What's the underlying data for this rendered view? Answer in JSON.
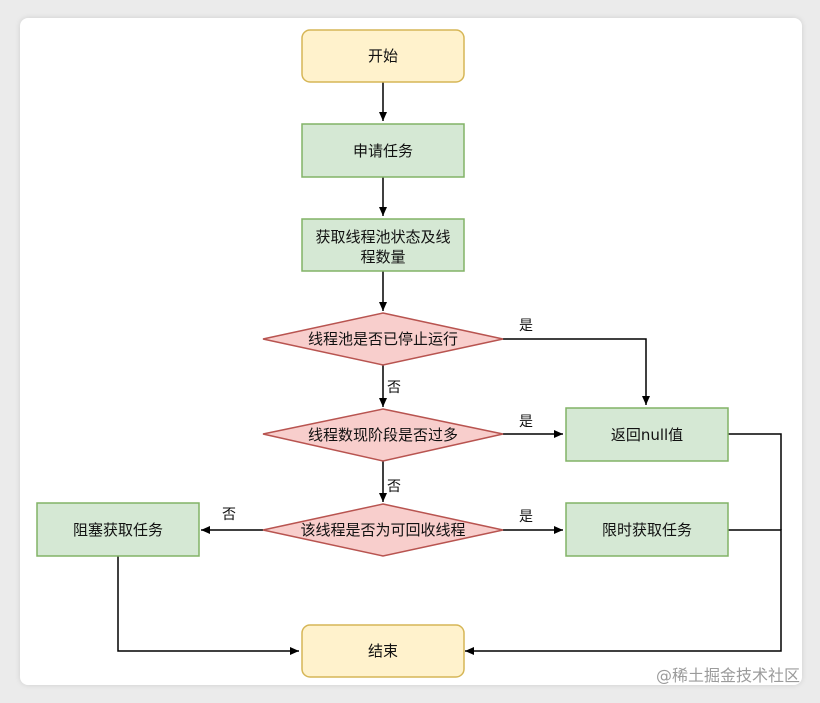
{
  "colors": {
    "terminal_fill": "#fff2cc",
    "terminal_stroke": "#d6b656",
    "process_fill": "#d5e8d4",
    "process_stroke": "#82b366",
    "decision_fill": "#f8cecc",
    "decision_stroke": "#b85450",
    "edge": "#000000"
  },
  "nodes": {
    "start": "开始",
    "apply_task": "申请任务",
    "get_state_line1": "获取线程池状态及线",
    "get_state_line2": "程数量",
    "is_stopped": "线程池是否已停止运行",
    "too_many": "线程数现阶段是否过多",
    "can_recycle": "该线程是否为可回收线程",
    "return_null": "返回null值",
    "blocking_get": "阻塞获取任务",
    "timed_get": "限时获取任务",
    "end": "结束"
  },
  "edge_labels": {
    "stopped_yes": "是",
    "stopped_no": "否",
    "too_many_yes": "是",
    "too_many_no": "否",
    "recycle_yes": "是",
    "recycle_no": "否"
  },
  "watermark": "@稀土掘金技术社区"
}
